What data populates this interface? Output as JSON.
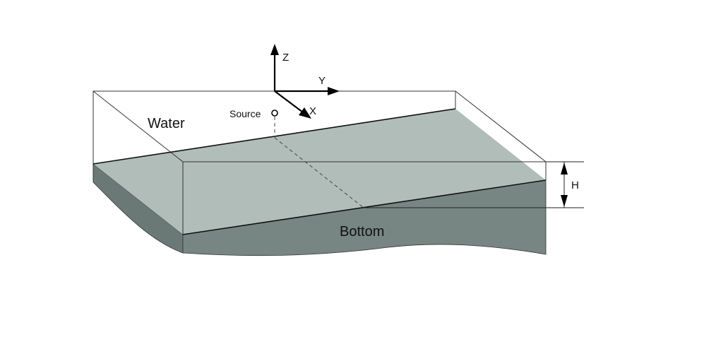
{
  "labels": {
    "water": "Water",
    "bottom": "Bottom",
    "source": "Source",
    "axis_z": "Z",
    "axis_y": "Y",
    "axis_x": "X",
    "depth": "H"
  },
  "colors": {
    "bottom_top_face": "#b1bdb9",
    "bottom_front_face": "#778683",
    "bottom_left_face": "#6b7976",
    "outline": "#333333",
    "background": "#ffffff"
  }
}
